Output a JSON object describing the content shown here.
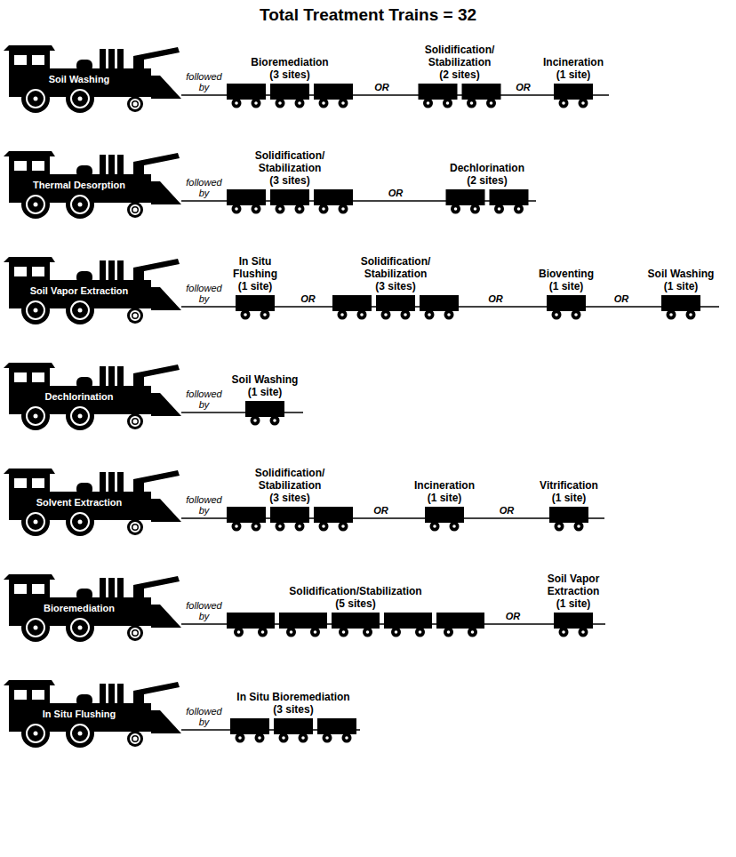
{
  "diagram": {
    "title": "Total Treatment Trains = 32",
    "nodes": [
      {
        "text": [
          "Soil Washing"
        ]
      },
      {
        "text": [
          "Bioremediation",
          "(3 sites)"
        ]
      },
      {
        "text": [
          "Solidification/ Stabilization",
          "(2 sites)"
        ]
      },
      {
        "text": [
          "Incineration",
          "(1 site)"
        ]
      },
      {
        "text": [
          "Thermal Desorption"
        ]
      },
      {
        "text": [
          "Solidification/ Stabilization",
          "(3 sites)"
        ]
      },
      {
        "text": [
          "Dechlorination",
          "(2 sites)"
        ]
      },
      {
        "text": [
          "Soil Vapor Extraction"
        ]
      },
      {
        "text": [
          "In Situ Flushing",
          "(1 site)"
        ]
      },
      {
        "text": [
          "Solidification/ Stabilization",
          "(3 sites)"
        ]
      },
      {
        "text": [
          "Bioventing",
          "(1 site)"
        ]
      },
      {
        "text": [
          "Soil Washing",
          "(1 site)"
        ]
      },
      {
        "text": [
          "Dechlorination"
        ]
      },
      {
        "text": [
          "Soil Washing",
          "(1 site)"
        ]
      },
      {
        "text": [
          "Solvent Extraction"
        ]
      },
      {
        "text": [
          "Solidification/ Stabilization",
          "(3 sites)"
        ]
      },
      {
        "text": [
          "Incineration",
          "(1 site)"
        ]
      },
      {
        "text": [
          "Vitrification",
          "(1 site)"
        ]
      },
      {
        "text": [
          "Bioremediation"
        ]
      },
      {
        "text": [
          "Solidification/Stabilization",
          "(5 sites)"
        ]
      },
      {
        "text": [
          "Soil Vapor Extraction",
          "(1 site)"
        ]
      },
      {
        "text": [
          "In Situ Flushing"
        ]
      },
      {
        "text": [
          "In Situ Bioremediation",
          "(3 sites)"
        ]
      }
    ],
    "edges": [
      {
        "from": 0,
        "to": 1,
        "label": "followed by",
        "arrow": "none"
      },
      {
        "from": 1,
        "to": 2,
        "label": "OR",
        "arrow": "none"
      },
      {
        "from": 2,
        "to": 3,
        "label": "OR",
        "arrow": "none"
      },
      {
        "from": 4,
        "to": 5,
        "label": "followed by",
        "arrow": "none"
      },
      {
        "from": 5,
        "to": 6,
        "label": "OR",
        "arrow": "none"
      },
      {
        "from": 7,
        "to": 8,
        "label": "followed by",
        "arrow": "none"
      },
      {
        "from": 8,
        "to": 9,
        "label": "OR",
        "arrow": "none"
      },
      {
        "from": 9,
        "to": 10,
        "label": "OR",
        "arrow": "none"
      },
      {
        "from": 10,
        "to": 11,
        "label": "OR",
        "arrow": "none"
      },
      {
        "from": 12,
        "to": 13,
        "label": "followed by",
        "arrow": "none"
      },
      {
        "from": 14,
        "to": 15,
        "label": "followed by",
        "arrow": "none"
      },
      {
        "from": 15,
        "to": 16,
        "label": "OR",
        "arrow": "none"
      },
      {
        "from": 16,
        "to": 17,
        "label": "OR",
        "arrow": "none"
      },
      {
        "from": 18,
        "to": 19,
        "label": "followed by",
        "arrow": "none"
      },
      {
        "from": 19,
        "to": 20,
        "label": "OR",
        "arrow": "none"
      },
      {
        "from": 21,
        "to": 22,
        "label": "followed by",
        "arrow": "none"
      }
    ]
  }
}
